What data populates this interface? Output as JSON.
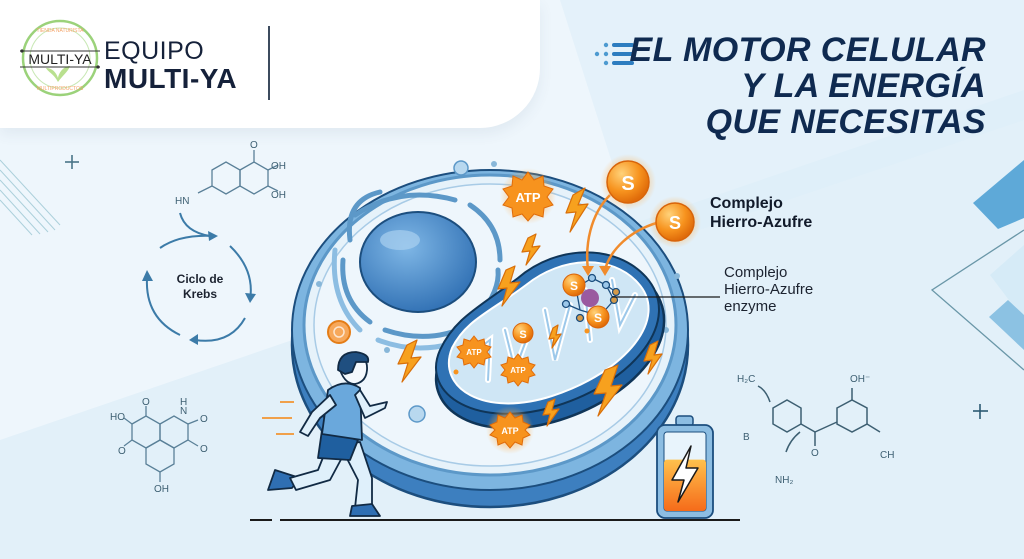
{
  "brand": {
    "logo_text": "MULTI-YA",
    "logo_ring_top": "TIENDA NATURISTA",
    "logo_ring_bottom": "MULTIPRODUCTOS",
    "line1": "EQUIPO",
    "line2": "MULTI-YA"
  },
  "title": {
    "lines": [
      "EL MOTOR CELULAR",
      "Y LA ENERGÍA",
      "QUE NECESITAS"
    ]
  },
  "labels": {
    "complex_bold": [
      "Complejo",
      "Hierro-Azufre"
    ],
    "complex_enzyme": [
      "Complejo",
      "Hierro-Azufre",
      "enzyme"
    ],
    "krebs": [
      "Ciclo de",
      "Krebs"
    ]
  },
  "cell": {
    "atp_badges": [
      "ATP",
      "ATP",
      "ATP",
      "ATP"
    ],
    "sulfur_atoms": [
      "S",
      "S",
      "S",
      "S",
      "S"
    ]
  },
  "chemistry": {
    "top_molecule": {
      "groups": [
        "HN",
        "O",
        "OH",
        "OH"
      ]
    },
    "bottom_molecule": {
      "groups": [
        "HO",
        "O",
        "N",
        "H",
        "O",
        "O",
        "O",
        "OH"
      ]
    },
    "right_molecule": {
      "groups": [
        "H₂C",
        "OH⁻",
        "B",
        "O",
        "NH₂",
        "CH"
      ]
    }
  },
  "battery": {
    "charge_fraction": 0.65
  },
  "colors": {
    "navy": "#0f2a50",
    "cell_blue": "#4a90c8",
    "cell_light": "#cfe6f5",
    "accent_orange": "#f7931e",
    "background": "#eaf4fb"
  }
}
